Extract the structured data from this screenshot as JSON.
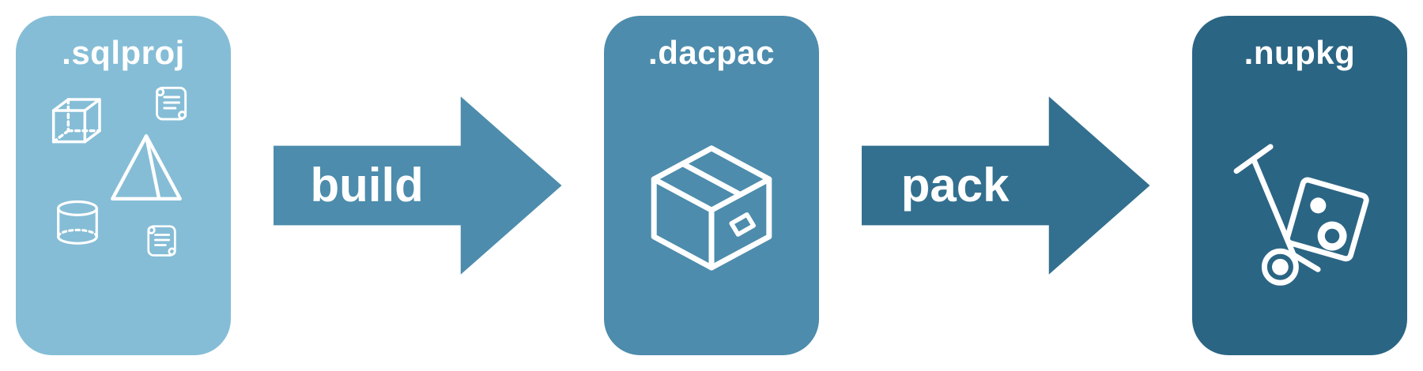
{
  "diagram": {
    "text_color": "#FFFFFF",
    "background": "#FFFFFF",
    "nodes": [
      {
        "label": ".sqlproj",
        "color": "#85BDD6",
        "icons": [
          "cube-icon",
          "script-icon",
          "pyramid-icon",
          "cylinder-icon",
          "script-icon"
        ]
      },
      {
        "label": ".dacpac",
        "color": "#4D8CAC",
        "icons": [
          "package-box-icon"
        ]
      },
      {
        "label": ".nupkg",
        "color": "#2B6584",
        "icons": [
          "hand-truck-icon"
        ]
      }
    ],
    "arrows": [
      {
        "label": "build",
        "color": "#4D8CAC"
      },
      {
        "label": "pack",
        "color": "#33708F"
      }
    ]
  }
}
